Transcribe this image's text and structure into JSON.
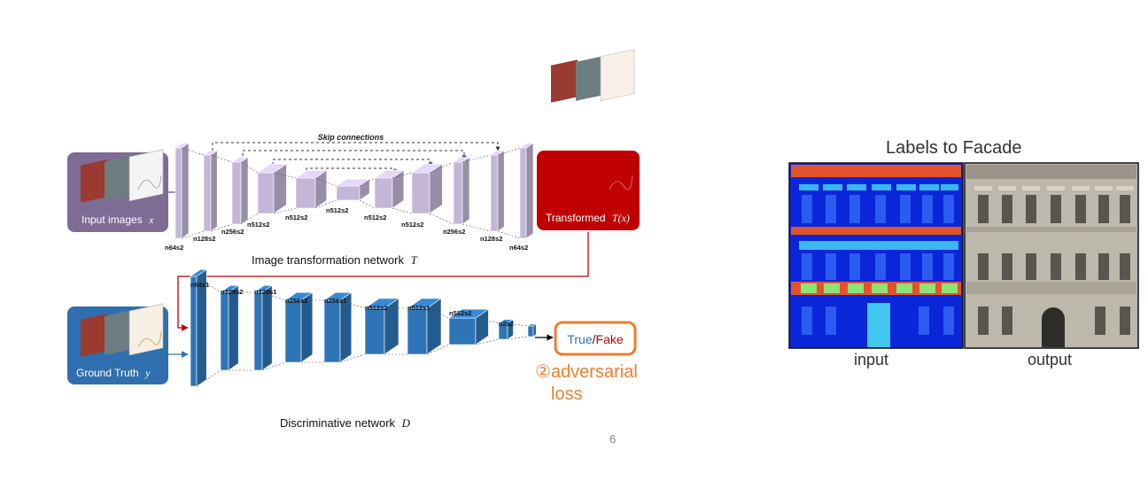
{
  "transform_net": {
    "skip_connections_label": "Skip connections",
    "input_label": "Input images",
    "input_var": "x",
    "output_label": "Transformed",
    "output_var": "T(x)",
    "caption": "Image transformation network",
    "caption_var": "T",
    "layers": [
      "n64s2",
      "n128s2",
      "n256s2",
      "n512s2",
      "n512s2",
      "n512s2",
      "n512s2",
      "n512s2",
      "n256s2",
      "n128s2",
      "n64s2"
    ]
  },
  "disc_net": {
    "input_label": "Ground Truth",
    "input_var": "y",
    "caption": "Discriminative network",
    "caption_var": "D",
    "layers": [
      "n64s1",
      "n128s2",
      "n128s1",
      "n256s2",
      "n256s1",
      "n512s2",
      "n512s1",
      "n512s2",
      "n8s2"
    ],
    "output_true": "True",
    "output_sep": "/",
    "output_fake": "Fake"
  },
  "annotation": {
    "symbol": "②",
    "line1": "adversarial",
    "line2": "loss"
  },
  "page_number": "6",
  "facade": {
    "title": "Labels to Facade",
    "input_label": "input",
    "output_label": "output"
  },
  "colors": {
    "transform_box": "#7f6c95",
    "transform_block": "#c3b6d6",
    "transformed_box": "#c00000",
    "disc_box": "#2f6fb0",
    "disc_block": "#2e75b6",
    "annotation": "#ed7d31"
  }
}
